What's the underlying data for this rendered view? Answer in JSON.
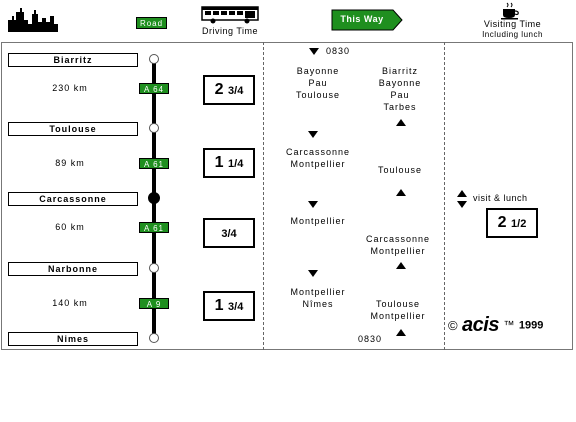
{
  "header": {
    "road_label": "Road",
    "driving_time_label": "Driving Time",
    "this_way_label": "This Way",
    "visiting_time_label": "Visiting Time",
    "including_lunch_label": "Including lunch"
  },
  "route": {
    "cities": [
      "Biarritz",
      "Toulouse",
      "Carcassonne",
      "Narbonne",
      "Nimes"
    ],
    "legs": [
      {
        "km": "230 km",
        "road": "A 64",
        "time_big": "2",
        "time_small": "3/4"
      },
      {
        "km": "89 km",
        "road": "A 61",
        "time_big": "1",
        "time_small": "1/4"
      },
      {
        "km": "60 km",
        "road": "A 61",
        "time_big": "",
        "time_small": "3/4"
      },
      {
        "km": "140 km",
        "road": "A 9",
        "time_big": "1",
        "time_small": "3/4"
      }
    ]
  },
  "forward": {
    "start_time": "0830",
    "stops": [
      "Bayonne\nPau\nToulouse",
      "Carcassonne\nMontpellier",
      "Montpellier",
      "Montpellier\nNîmes"
    ]
  },
  "reverse": {
    "end_time": "0830",
    "stops": [
      "Biarritz\nBayonne\nPau\nTarbes",
      "Toulouse",
      "Carcassonne\nMontpellier",
      "Toulouse\nMontpellier"
    ]
  },
  "visit": {
    "label": "visit & lunch",
    "time_big": "2",
    "time_small": "1/2"
  },
  "footer": {
    "copyright_symbol": "©",
    "brand": "acis",
    "trademark": "™",
    "year": "1999"
  }
}
